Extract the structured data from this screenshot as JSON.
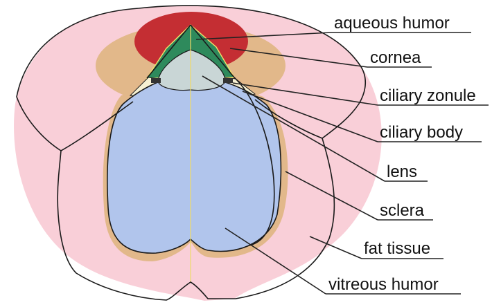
{
  "labels": {
    "aqueous_humor": "aqueous humor",
    "cornea": "cornea",
    "ciliary_zonule": "ciliary zonule",
    "ciliary_body": "ciliary body",
    "lens": "lens",
    "sclera": "sclera",
    "fat_tissue": "fat tissue",
    "vitreous_humor": "vitreous humor"
  },
  "colors": {
    "fat_tissue": "#f9cfd8",
    "sclera": "#e2b88a",
    "aqueous_humor": "#c42e33",
    "cornea": "#2e8a5c",
    "lens": "#c9d6d6",
    "vitreous_humor": "#b1c5ec",
    "ciliary_body": "#f6f0d2",
    "outline": "#1a1a1a"
  }
}
